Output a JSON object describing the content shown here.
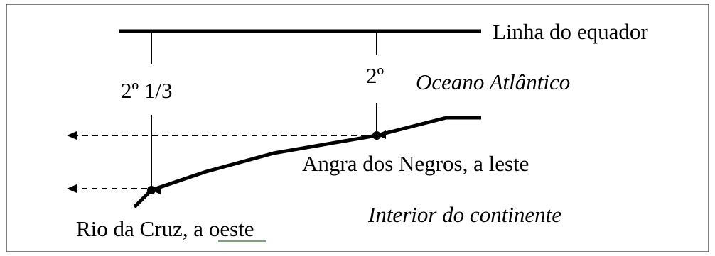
{
  "labels": {
    "equator": "Linha do equador",
    "lat_west": "2º 1/3",
    "lat_east": "2º",
    "ocean": "Oceano Atlântico",
    "point_east": "Angra dos Negros, a leste",
    "continent": "Interior do continente",
    "point_west_prefix": "Rio da Cruz, a ",
    "point_west_word": "oeste"
  },
  "colors": {
    "ink": "#000000",
    "frame": "#555555",
    "spellcheck_underline": "#7aa57a"
  }
}
